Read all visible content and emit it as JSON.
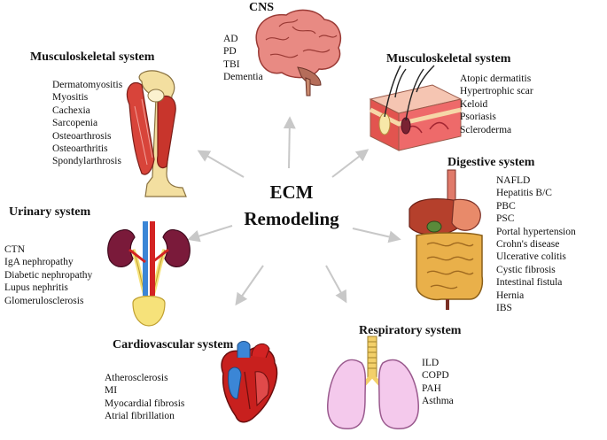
{
  "center": {
    "line1": "ECM",
    "line2": "Remodeling"
  },
  "sections": {
    "cns": {
      "title": "CNS",
      "items": [
        "AD",
        "PD",
        "TBI",
        "Dementia"
      ]
    },
    "musculoskeletal_left": {
      "title": "Musculoskeletal system",
      "items": [
        "Dermatomyositis",
        "Myositis",
        "Cachexia",
        "Sarcopenia",
        "Osteoarthrosis",
        "Osteoarthritis",
        "Spondylarthrosis"
      ]
    },
    "musculoskeletal_right": {
      "title": "Musculoskeletal system",
      "items": [
        "Atopic dermatitis",
        "Hypertrophic scar",
        "Keloid",
        "Psoriasis",
        "Scleroderma"
      ]
    },
    "digestive": {
      "title": "Digestive system",
      "items": [
        "NAFLD",
        "Hepatitis B/C",
        "PBC",
        "PSC",
        "Portal hypertension",
        "Crohn's disease",
        "Ulcerative colitis",
        "Cystic fibrosis",
        "Intestinal fistula",
        "Hernia",
        "IBS"
      ]
    },
    "urinary": {
      "title": "Urinary system",
      "items": [
        "CTN",
        "IgA nephropathy",
        "Diabetic nephropathy",
        "Lupus nephritis",
        "Glomerulosclerosis"
      ]
    },
    "cardiovascular": {
      "title": "Cardiovascular system",
      "items": [
        "Atherosclerosis",
        "MI",
        "Myocardial fibrosis",
        "Atrial fibrillation"
      ]
    },
    "respiratory": {
      "title": "Respiratory system",
      "items": [
        "ILD",
        "COPD",
        "PAH",
        "Asthma"
      ]
    }
  },
  "icons": [
    "brain-icon",
    "leg-muscle-icon",
    "skin-icon",
    "digestive-organs-icon",
    "kidney-icon",
    "heart-icon",
    "lungs-icon"
  ],
  "colors": {
    "arrow": "#c8c8c8",
    "muscle": "#d8443a",
    "bone": "#f3dfa0",
    "brain": "#e88a83",
    "liver": "#b5402c",
    "intestine": "#e9b04a",
    "lung": "#f4c9ec",
    "artery": "#d32323",
    "vein": "#3b86d6"
  }
}
